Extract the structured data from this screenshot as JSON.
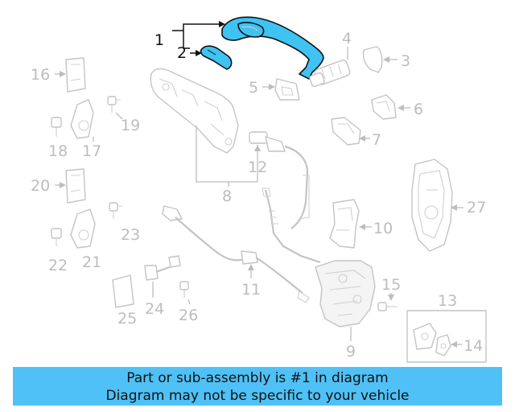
{
  "callouts": {
    "c1": "1",
    "c2": "2",
    "c3": "3",
    "c4": "4",
    "c5": "5",
    "c6": "6",
    "c7": "7",
    "c8": "8",
    "c9": "9",
    "c10": "10",
    "c11": "11",
    "c12": "12",
    "c13": "13",
    "c14": "14",
    "c15": "15",
    "c16": "16",
    "c17": "17",
    "c18": "18",
    "c19": "19",
    "c20": "20",
    "c21": "21",
    "c22": "22",
    "c23": "23",
    "c24": "24",
    "c25": "25",
    "c26": "26",
    "c27": "27"
  },
  "highlight": {
    "part_numbers": [
      "1",
      "2"
    ],
    "fill_color": "#3ec3f3",
    "callout_color": "#111111"
  },
  "colors": {
    "line_art": "#c4c4c4",
    "callout_text": "#bdbdbd",
    "banner_background": "#4fc1f6"
  },
  "banner": {
    "line1": "Part or sub-assembly is #1 in diagram",
    "line2": "Diagram may not be specific to your vehicle"
  }
}
